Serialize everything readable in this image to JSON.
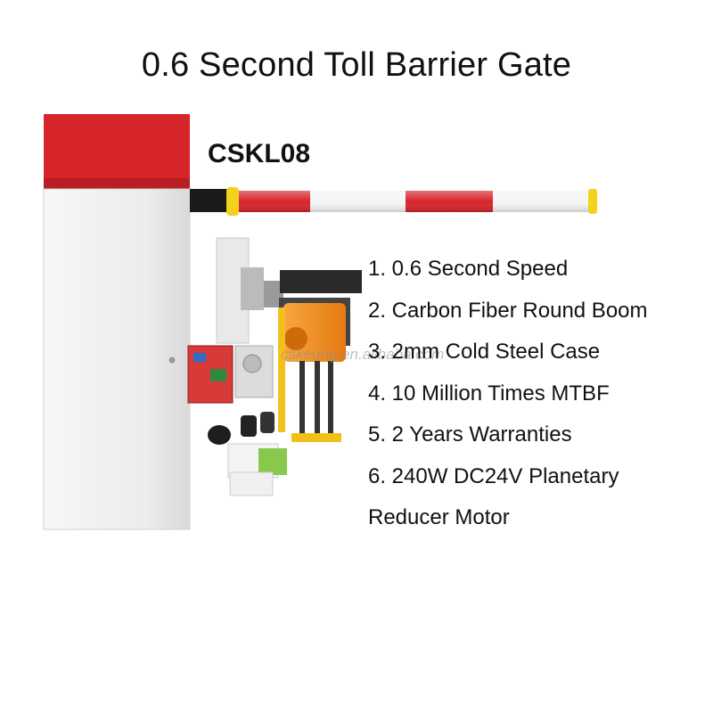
{
  "title": "0.6 Second Toll Barrier Gate",
  "model": "CSKL08",
  "features": [
    "1. 0.6 Second Speed",
    "2. Carbon Fiber Round Boom",
    "3. 2mm Cold Steel Case",
    "4. 10 Million Times MTBF",
    "5. 2 Years Warranties",
    "6. 240W DC24V Planetary",
    "Reducer Motor"
  ],
  "watermark": "cskeung.en.alibaba.com",
  "colors": {
    "cabinet_top": "#d8252b",
    "cabinet_body": "#eeeeee",
    "boom_red": "#d8252b",
    "boom_white": "#f5f5f5",
    "end_cap": "#f2d21c",
    "motor": "#f08a1a"
  }
}
